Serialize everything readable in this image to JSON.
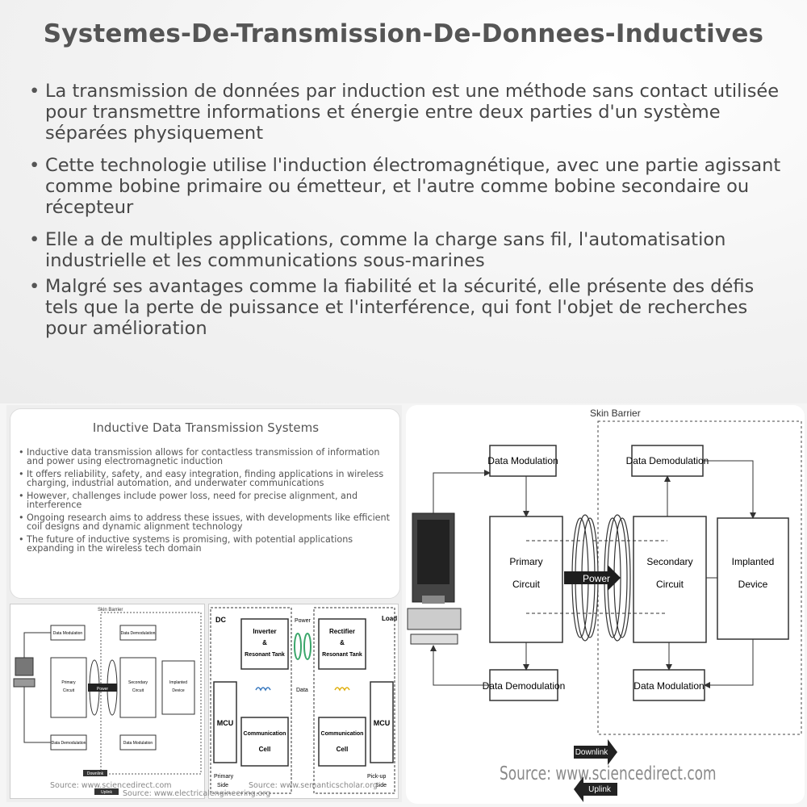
{
  "header": {
    "title": "Systemes-De-Transmission-De-Donnees-Inductives"
  },
  "bullets": [
    "La transmission de données par induction est une méthode sans contact utilisée pour transmettre informations et énergie entre deux parties d'un système séparées physiquement",
    "Cette technologie utilise l'induction électromagnétique, avec une partie agissant comme bobine primaire ou émetteur, et l'autre comme bobine secondaire ou récepteur",
    "Elle a de multiples applications, comme la charge sans fil, l'automatisation industrielle et les communications sous-marines",
    "Malgré ses avantages comme la fiabilité et la sécurité, elle présente des défis tels que la perte de puissance et l'interférence, qui font l'objet de recherches pour amélioration"
  ],
  "mini_card": {
    "title": "Inductive Data Transmission Systems",
    "bullets": [
      "Inductive data transmission allows for contactless transmission of information and power using electromagnetic induction",
      "It offers reliability, safety, and easy integration, finding applications in wireless charging, industrial automation, and underwater communications",
      "However, challenges include power loss, need for precise alignment, and interference",
      "Ongoing research aims to address these issues, with developments like efficient coil designs and dynamic alignment technology",
      "The future of inductive systems is promising, with potential applications expanding in the wireless tech domain"
    ]
  },
  "diagram": {
    "skin_barrier": "Skin Barrier",
    "data_modulation": "Data Modulation",
    "data_demodulation": "Data Demodulation",
    "primary": "Primary",
    "secondary": "Secondary",
    "circuit": "Circuit",
    "implanted": "Implanted",
    "device": "Device",
    "power": "Power",
    "downlink": "Downlink",
    "uplink": "Uplink",
    "source": "Source: www.sciencedirect.com"
  },
  "circuit_diagram": {
    "dc": "DC",
    "power": "Power",
    "load": "Load",
    "inverter": "Inverter",
    "amp": "&",
    "resonant_tank": "Resonant Tank",
    "rectifier": "Rectifier",
    "mcu": "MCU",
    "data": "Data",
    "communication": "Communication",
    "cell": "Cell",
    "primary_side": "Primary",
    "side": "Side",
    "pickup": "Pick-up",
    "source": "Source: www.semanticscholar.org"
  },
  "sources": {
    "left_small": "Source: www.sciencedirect.com",
    "left_small2": "Source: www.electricalengineering.org"
  },
  "colors": {
    "title": "#555555",
    "text": "#474747",
    "coil": "#3aa66a",
    "coil_yellow": "#e0b010",
    "coil_blue": "#3a7abf"
  }
}
